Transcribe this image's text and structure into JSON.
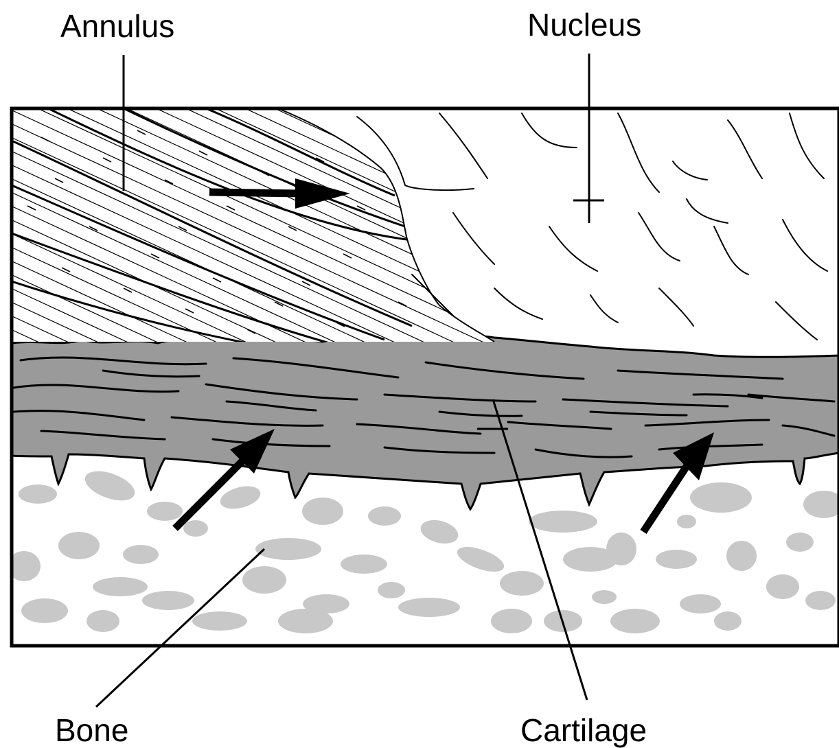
{
  "labels": {
    "annulus": "Annulus",
    "nucleus": "Nucleus",
    "bone": "Bone",
    "cartilage": "Cartilage"
  },
  "colors": {
    "cartilage_fill": "#9a9a9a",
    "bone_fill": "#c8c8c8",
    "line": "#000000",
    "background": "#ffffff"
  }
}
